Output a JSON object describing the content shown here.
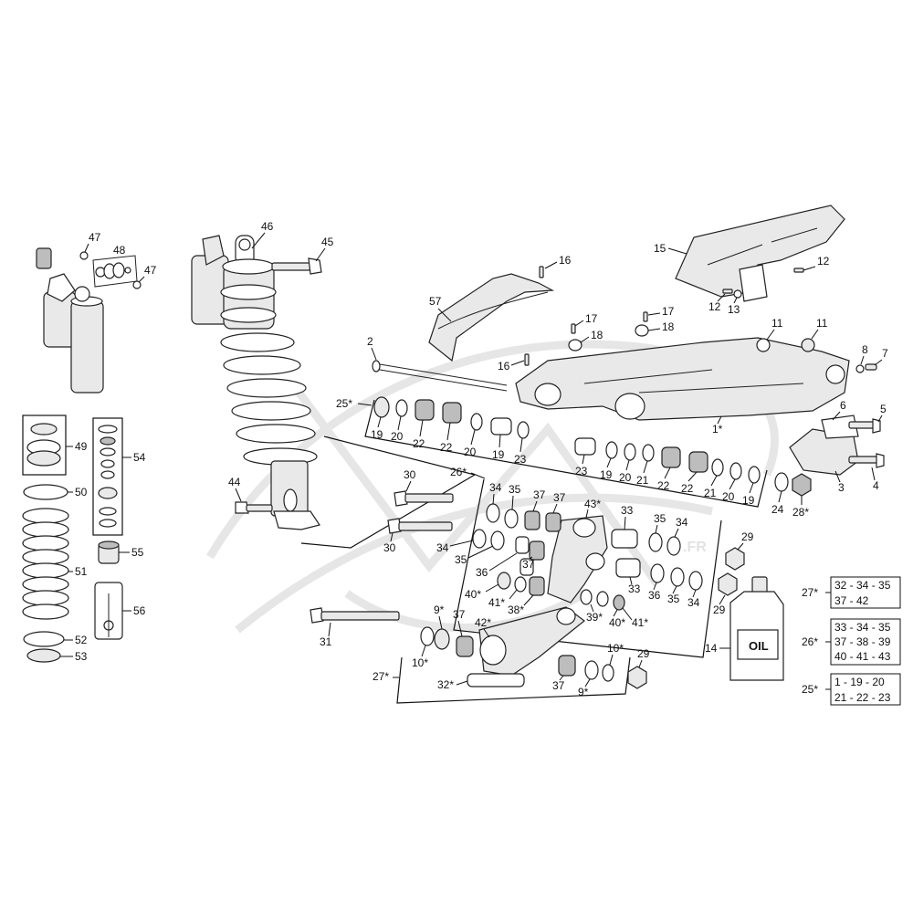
{
  "callouts": {
    "c1": "1*",
    "c2": "2",
    "c3": "3",
    "c4": "4",
    "c5": "5",
    "c6": "6",
    "c7": "7",
    "c8": "8",
    "c9a": "9*",
    "c9b": "9*",
    "c10a": "10*",
    "c10b": "10*",
    "c11a": "11",
    "c11b": "11",
    "c12a": "12",
    "c12b": "12",
    "c13": "13",
    "c14": "14",
    "c15": "15",
    "c16a": "16",
    "c16b": "16",
    "c17a": "17",
    "c17b": "17",
    "c18a": "18",
    "c18b": "18",
    "c19a": "19",
    "c19b": "19",
    "c19c": "19",
    "c19d": "19",
    "c20a": "20",
    "c20b": "20",
    "c20c": "20",
    "c20d": "20",
    "c21a": "21",
    "c21b": "21",
    "c22a": "22",
    "c22b": "22",
    "c22c": "22",
    "c22d": "22",
    "c23a": "23",
    "c23b": "23",
    "c24": "24",
    "c25": "25*",
    "c26": "26*",
    "c27": "27*",
    "c28": "28*",
    "c29a": "29",
    "c29b": "29",
    "c29c": "29",
    "c30a": "30",
    "c30b": "30",
    "c31": "31",
    "c32": "32*",
    "c33a": "33",
    "c33b": "33",
    "c34a": "34",
    "c34b": "34",
    "c34c": "34",
    "c34d": "34",
    "c35a": "35",
    "c35b": "35",
    "c35c": "35",
    "c35d": "35",
    "c36a": "36",
    "c36b": "36",
    "c37a": "37",
    "c37b": "37",
    "c37c": "37",
    "c37d": "37",
    "c37e": "37",
    "c38": "38*",
    "c39": "39*",
    "c40a": "40*",
    "c40b": "40*",
    "c41a": "41*",
    "c41b": "41*",
    "c42": "42*",
    "c43": "43*",
    "c44": "44",
    "c45": "45",
    "c46": "46",
    "c47a": "47",
    "c47b": "47",
    "c48": "48",
    "c49": "49",
    "c50": "50",
    "c51": "51",
    "c52": "52",
    "c53": "53",
    "c54": "54",
    "c55": "55",
    "c56": "56",
    "c57": "57"
  },
  "oil_label": "OIL",
  "kits": [
    {
      "name": "27*",
      "line1": "32 - 34 - 35",
      "line2": "37 - 42",
      "line3": ""
    },
    {
      "name": "26*",
      "line1": "33 - 34 - 35",
      "line2": "37 - 38 - 39",
      "line3": "40 - 41 - 43"
    },
    {
      "name": "25*",
      "line1": "1 - 19 - 20",
      "line2": "21 - 22 - 23",
      "line3": ""
    }
  ],
  "watermark_url": ".FR",
  "colors": {
    "line": "#222222",
    "watermark": "#e6e6e6",
    "part_fill": "#e9e9e9"
  }
}
